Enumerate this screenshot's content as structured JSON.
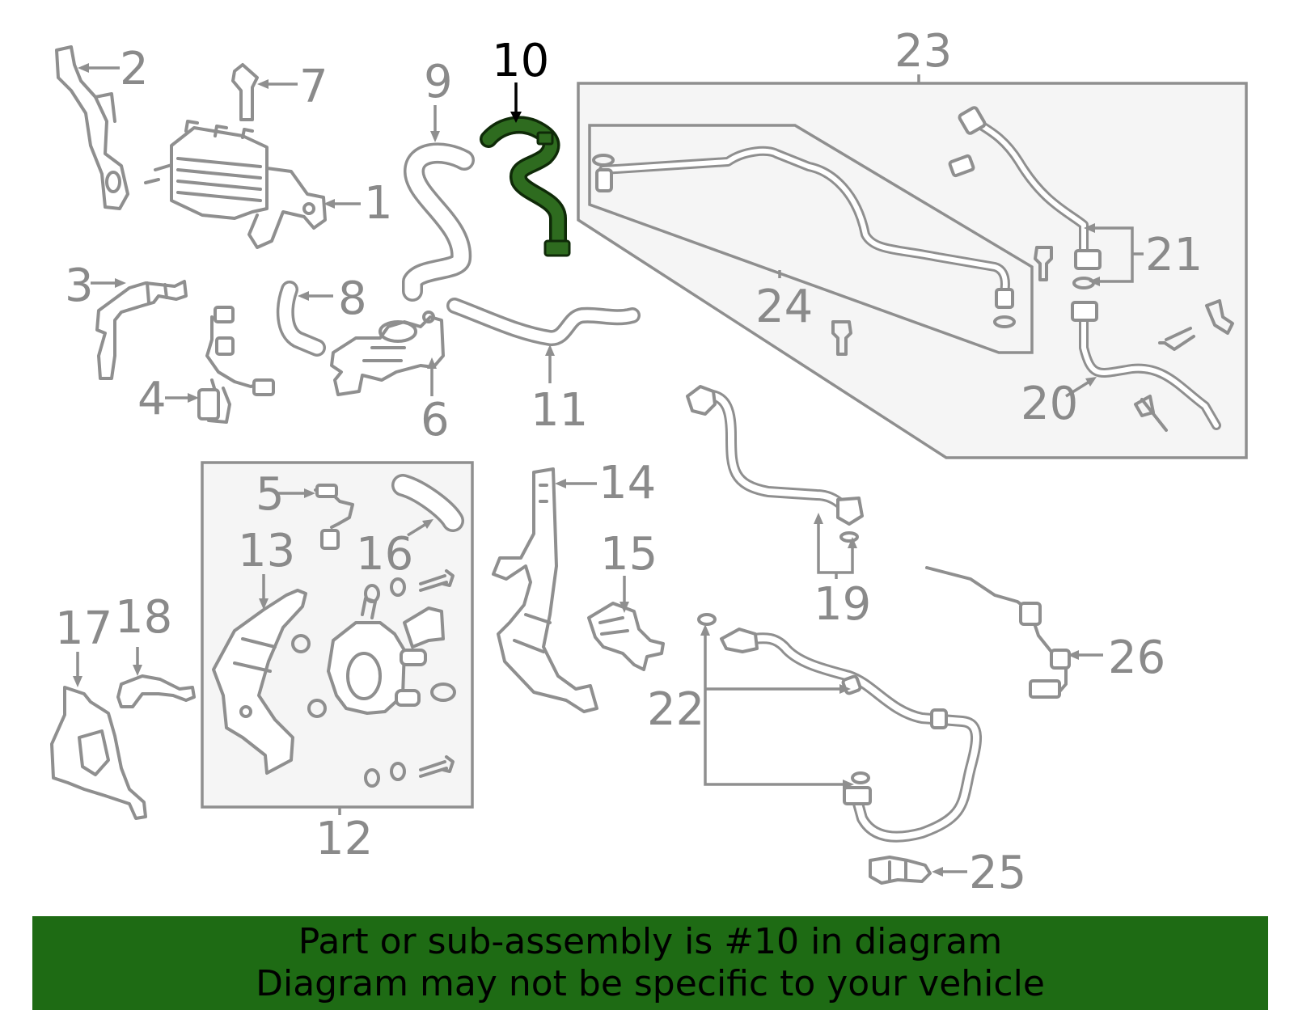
{
  "colors": {
    "highlight_part": "#2e6b1f",
    "highlight_outline": "#0f2a08",
    "part_lines": "#8f8f8f",
    "labels": "#8a8a8a",
    "highlight_label": "#000000",
    "banner_background": "#1e6b14"
  },
  "callouts": {
    "c1": "1",
    "c2": "2",
    "c3": "3",
    "c4": "4",
    "c5": "5",
    "c6": "6",
    "c7": "7",
    "c8": "8",
    "c9": "9",
    "c10": "10",
    "c11": "11",
    "c12": "12",
    "c13": "13",
    "c14": "14",
    "c15": "15",
    "c16": "16",
    "c17": "17",
    "c18": "18",
    "c19": "19",
    "c20": "20",
    "c21": "21",
    "c22": "22",
    "c23": "23",
    "c24": "24",
    "c25": "25",
    "c26": "26"
  },
  "highlighted_callout": "10",
  "banner": {
    "line1": "Part or sub-assembly is #10 in diagram",
    "line2": "Diagram may not be specific to your vehicle"
  }
}
